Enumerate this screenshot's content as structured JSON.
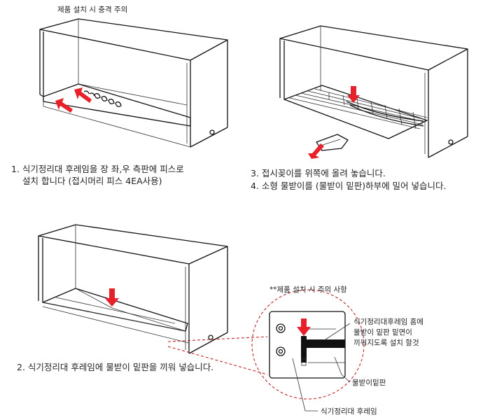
{
  "notes": {
    "top_caution": "제품 설치 시 충격 주의",
    "detail_caution": "**제품 설치 시 주의 사항"
  },
  "steps": {
    "step1_line1": "1. 식기정리대 후레임을 장 좌,우 측판에 피스로",
    "step1_line2": "설치 합니다 (접시머리 피스 4EA사용)",
    "step2": "2. 식기정리대 후레임에  물받이 밑판을 끼워 넣습니다.",
    "step3": "3. 접시꽂이를 위쪽에 올려 놓습니다.",
    "step4": "4. 소형 물받이를 (물받이 밑판)하부에 밀어 넣습니다."
  },
  "detail_labels": {
    "groove_line1": "식기정리대후레임 홈에",
    "groove_line2": "물받이 밑판 밑면이",
    "groove_line3": "끼워지도록 설치 할것",
    "water_tray_plate": "물받이밑판",
    "rack_frame": "식기정리대 후레임"
  },
  "colors": {
    "arrow": "#e8202a",
    "dashed_callout": "#c0262b"
  }
}
